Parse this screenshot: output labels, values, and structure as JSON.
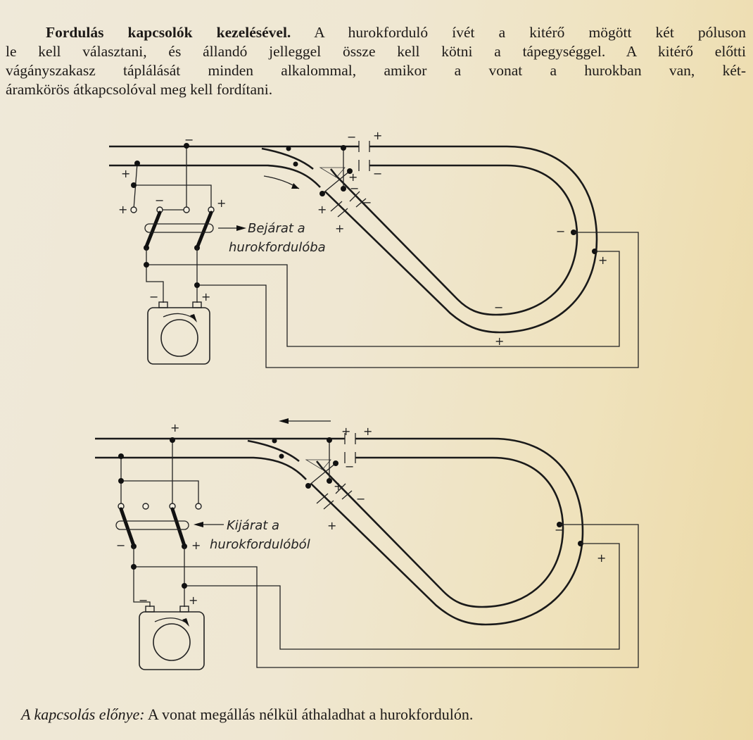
{
  "paragraph": {
    "heading": "Fordulás kapcsolók kezelésével.",
    "line1_rest": " A hurokforduló ívét a kitérő mögött két póluson",
    "line2": "le kell választani, és állandó jelleggel össze kell kötni a tápegységgel. A kitérő előtti",
    "line3": "vágányszakasz táplálását minden alkalommal, amikor a vonat a hurokban van, két-",
    "line4": "áramkörös átkapcsolóval meg kell fordítani."
  },
  "diagram1": {
    "label_line1": "Bejárat a",
    "label_line2": "hurokfordulóba"
  },
  "diagram2": {
    "label_line1": "Kijárat a",
    "label_line2": "hurokfordulóból"
  },
  "signs": {
    "plus": "+",
    "minus": "−"
  },
  "caption": {
    "italic": "A kapcsolás előnye:",
    "text": " A vonat megállás nélkül áthaladhat a hurokfordulón."
  }
}
